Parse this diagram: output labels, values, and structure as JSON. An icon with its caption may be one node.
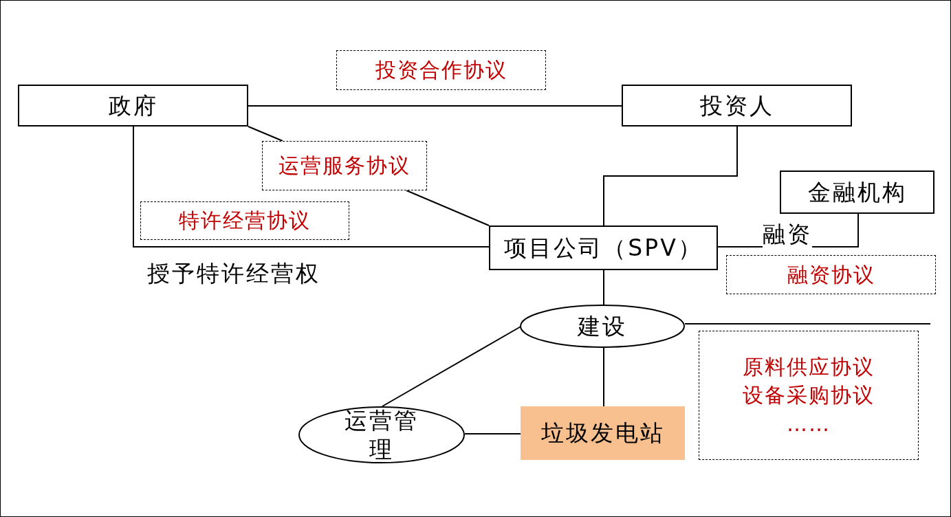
{
  "diagram": {
    "nodes": [
      {
        "text": [
          "政府"
        ]
      },
      {
        "text": [
          "投资人"
        ]
      },
      {
        "text": [
          "金融机构"
        ]
      },
      {
        "text": [
          "项目公司（SPV）"
        ]
      },
      {
        "text": [
          "建设"
        ]
      },
      {
        "text": [
          "运营管理"
        ]
      },
      {
        "text": [
          "垃圾发电站"
        ]
      },
      {
        "text": [
          "投资合作协议"
        ]
      },
      {
        "text": [
          "运营服务协议"
        ]
      },
      {
        "text": [
          "特许经营协议"
        ]
      },
      {
        "text": [
          "融资协议"
        ]
      },
      {
        "text": [
          "原料供应协议",
          "设备采购协议",
          "……"
        ]
      }
    ],
    "edges": [
      {
        "from": 0,
        "to": 1,
        "arrow": "none"
      },
      {
        "from": 0,
        "to": 3,
        "arrow": "none",
        "label": "授予特许经营权"
      },
      {
        "from": 0,
        "to": 8,
        "arrow": "none"
      },
      {
        "from": 8,
        "to": 3,
        "arrow": "none"
      },
      {
        "from": 1,
        "to": 3,
        "arrow": "none"
      },
      {
        "from": 2,
        "to": 3,
        "arrow": "none",
        "label": "融资"
      },
      {
        "from": 3,
        "to": 4,
        "arrow": "none"
      },
      {
        "from": 4,
        "to": 5,
        "arrow": "none"
      },
      {
        "from": 4,
        "to": 6,
        "arrow": "none"
      },
      {
        "from": 5,
        "to": 6,
        "arrow": "none"
      },
      {
        "from": 4,
        "to": null,
        "arrow": "none"
      }
    ]
  }
}
